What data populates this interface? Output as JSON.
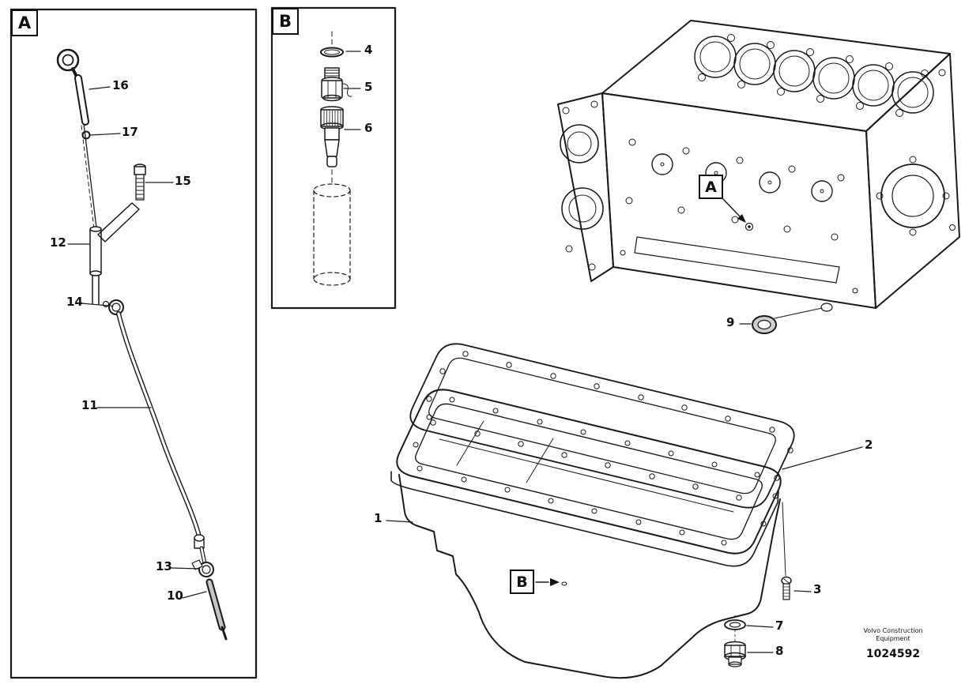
{
  "figure": {
    "brand_line1": "Volvo Construction",
    "brand_line2": "Equipment",
    "doc_number": "1024592"
  },
  "panels": {
    "a_label": "A",
    "b_label": "B"
  },
  "callouts": {
    "engine_ref": "A",
    "pan_ref": "B"
  },
  "part_labels": {
    "p1": "1",
    "p2": "2",
    "p3": "3",
    "p4": "4",
    "p5": "5",
    "p6": "6",
    "p7": "7",
    "p8": "8",
    "p9": "9",
    "p10": "10",
    "p11": "11",
    "p12": "12",
    "p13": "13",
    "p14": "14",
    "p15": "15",
    "p16": "16",
    "p17": "17"
  }
}
